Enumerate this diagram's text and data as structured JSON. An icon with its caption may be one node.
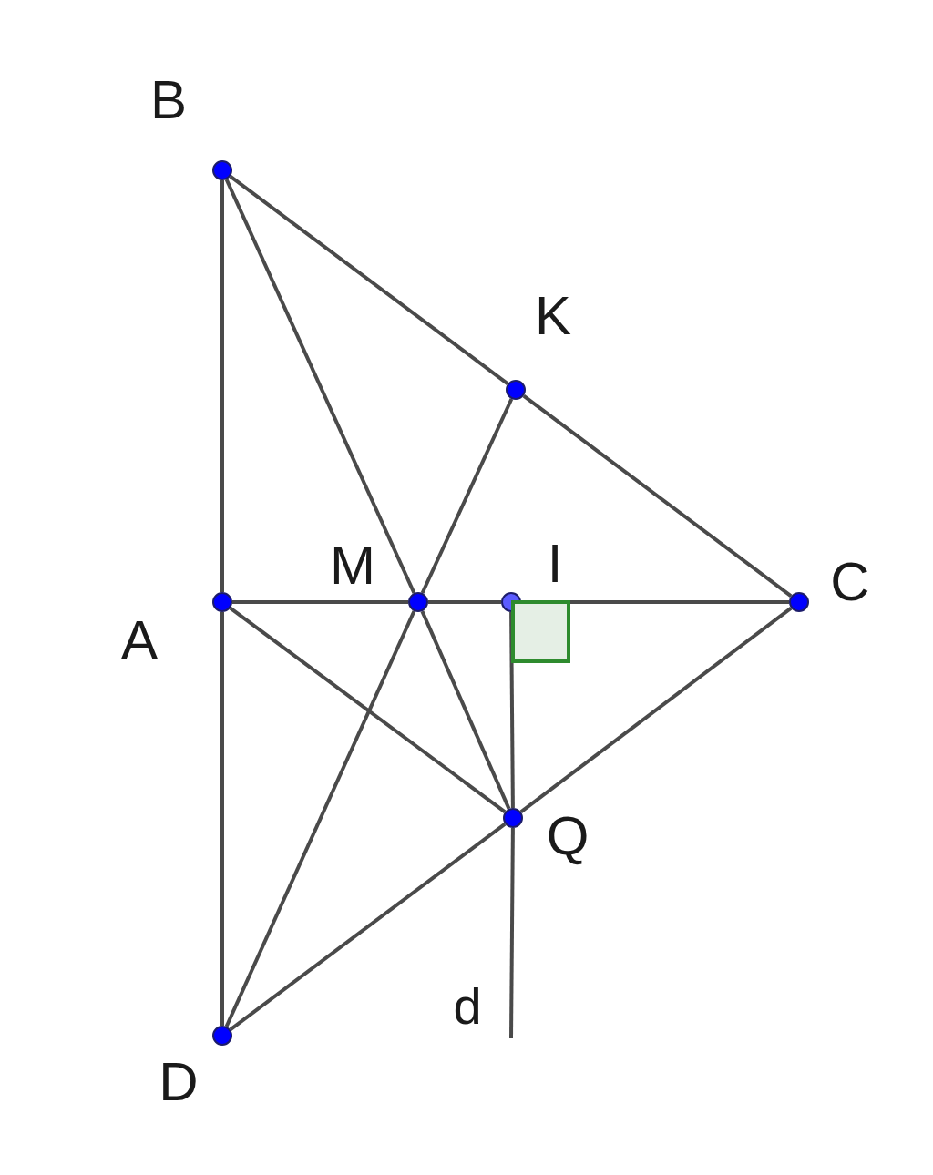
{
  "diagram": {
    "nodes": [
      {
        "text": [],
        "shape": "circle",
        "beside": [
          "B"
        ]
      },
      {
        "text": [],
        "shape": "circle",
        "beside": [
          "K"
        ]
      },
      {
        "text": [],
        "shape": "circle",
        "beside": [
          "A"
        ]
      },
      {
        "text": [],
        "shape": "circle",
        "beside": [
          "M"
        ]
      },
      {
        "text": [],
        "shape": "circle",
        "beside": [
          "I"
        ]
      },
      {
        "text": [],
        "shape": "circle",
        "beside": [
          "C"
        ]
      },
      {
        "text": [],
        "shape": "circle",
        "beside": [
          "Q"
        ]
      },
      {
        "text": [],
        "shape": "circle",
        "beside": [
          "D"
        ]
      },
      {
        "text": [],
        "shape": "box"
      }
    ],
    "edges": [
      {
        "from": 0,
        "to": 1,
        "arrow": "none"
      },
      {
        "from": 1,
        "to": 5,
        "arrow": "none"
      },
      {
        "from": 0,
        "to": 2,
        "arrow": "none"
      },
      {
        "from": 2,
        "to": 7,
        "arrow": "none"
      },
      {
        "from": 0,
        "to": 3,
        "arrow": "none"
      },
      {
        "from": 3,
        "to": 6,
        "arrow": "none"
      },
      {
        "from": 1,
        "to": 3,
        "arrow": "none"
      },
      {
        "from": 3,
        "to": 7,
        "arrow": "none"
      },
      {
        "from": 2,
        "to": 3,
        "arrow": "none"
      },
      {
        "from": 3,
        "to": 4,
        "arrow": "none"
      },
      {
        "from": 4,
        "to": 5,
        "arrow": "none"
      },
      {
        "from": 2,
        "to": 6,
        "arrow": "none"
      },
      {
        "from": 5,
        "to": 6,
        "arrow": "none"
      },
      {
        "from": 6,
        "to": 7,
        "arrow": "none"
      },
      {
        "from": 4,
        "to": 6,
        "arrow": "none"
      },
      {
        "from": 6,
        "to": null,
        "arrow": "none",
        "label": "d"
      }
    ]
  }
}
